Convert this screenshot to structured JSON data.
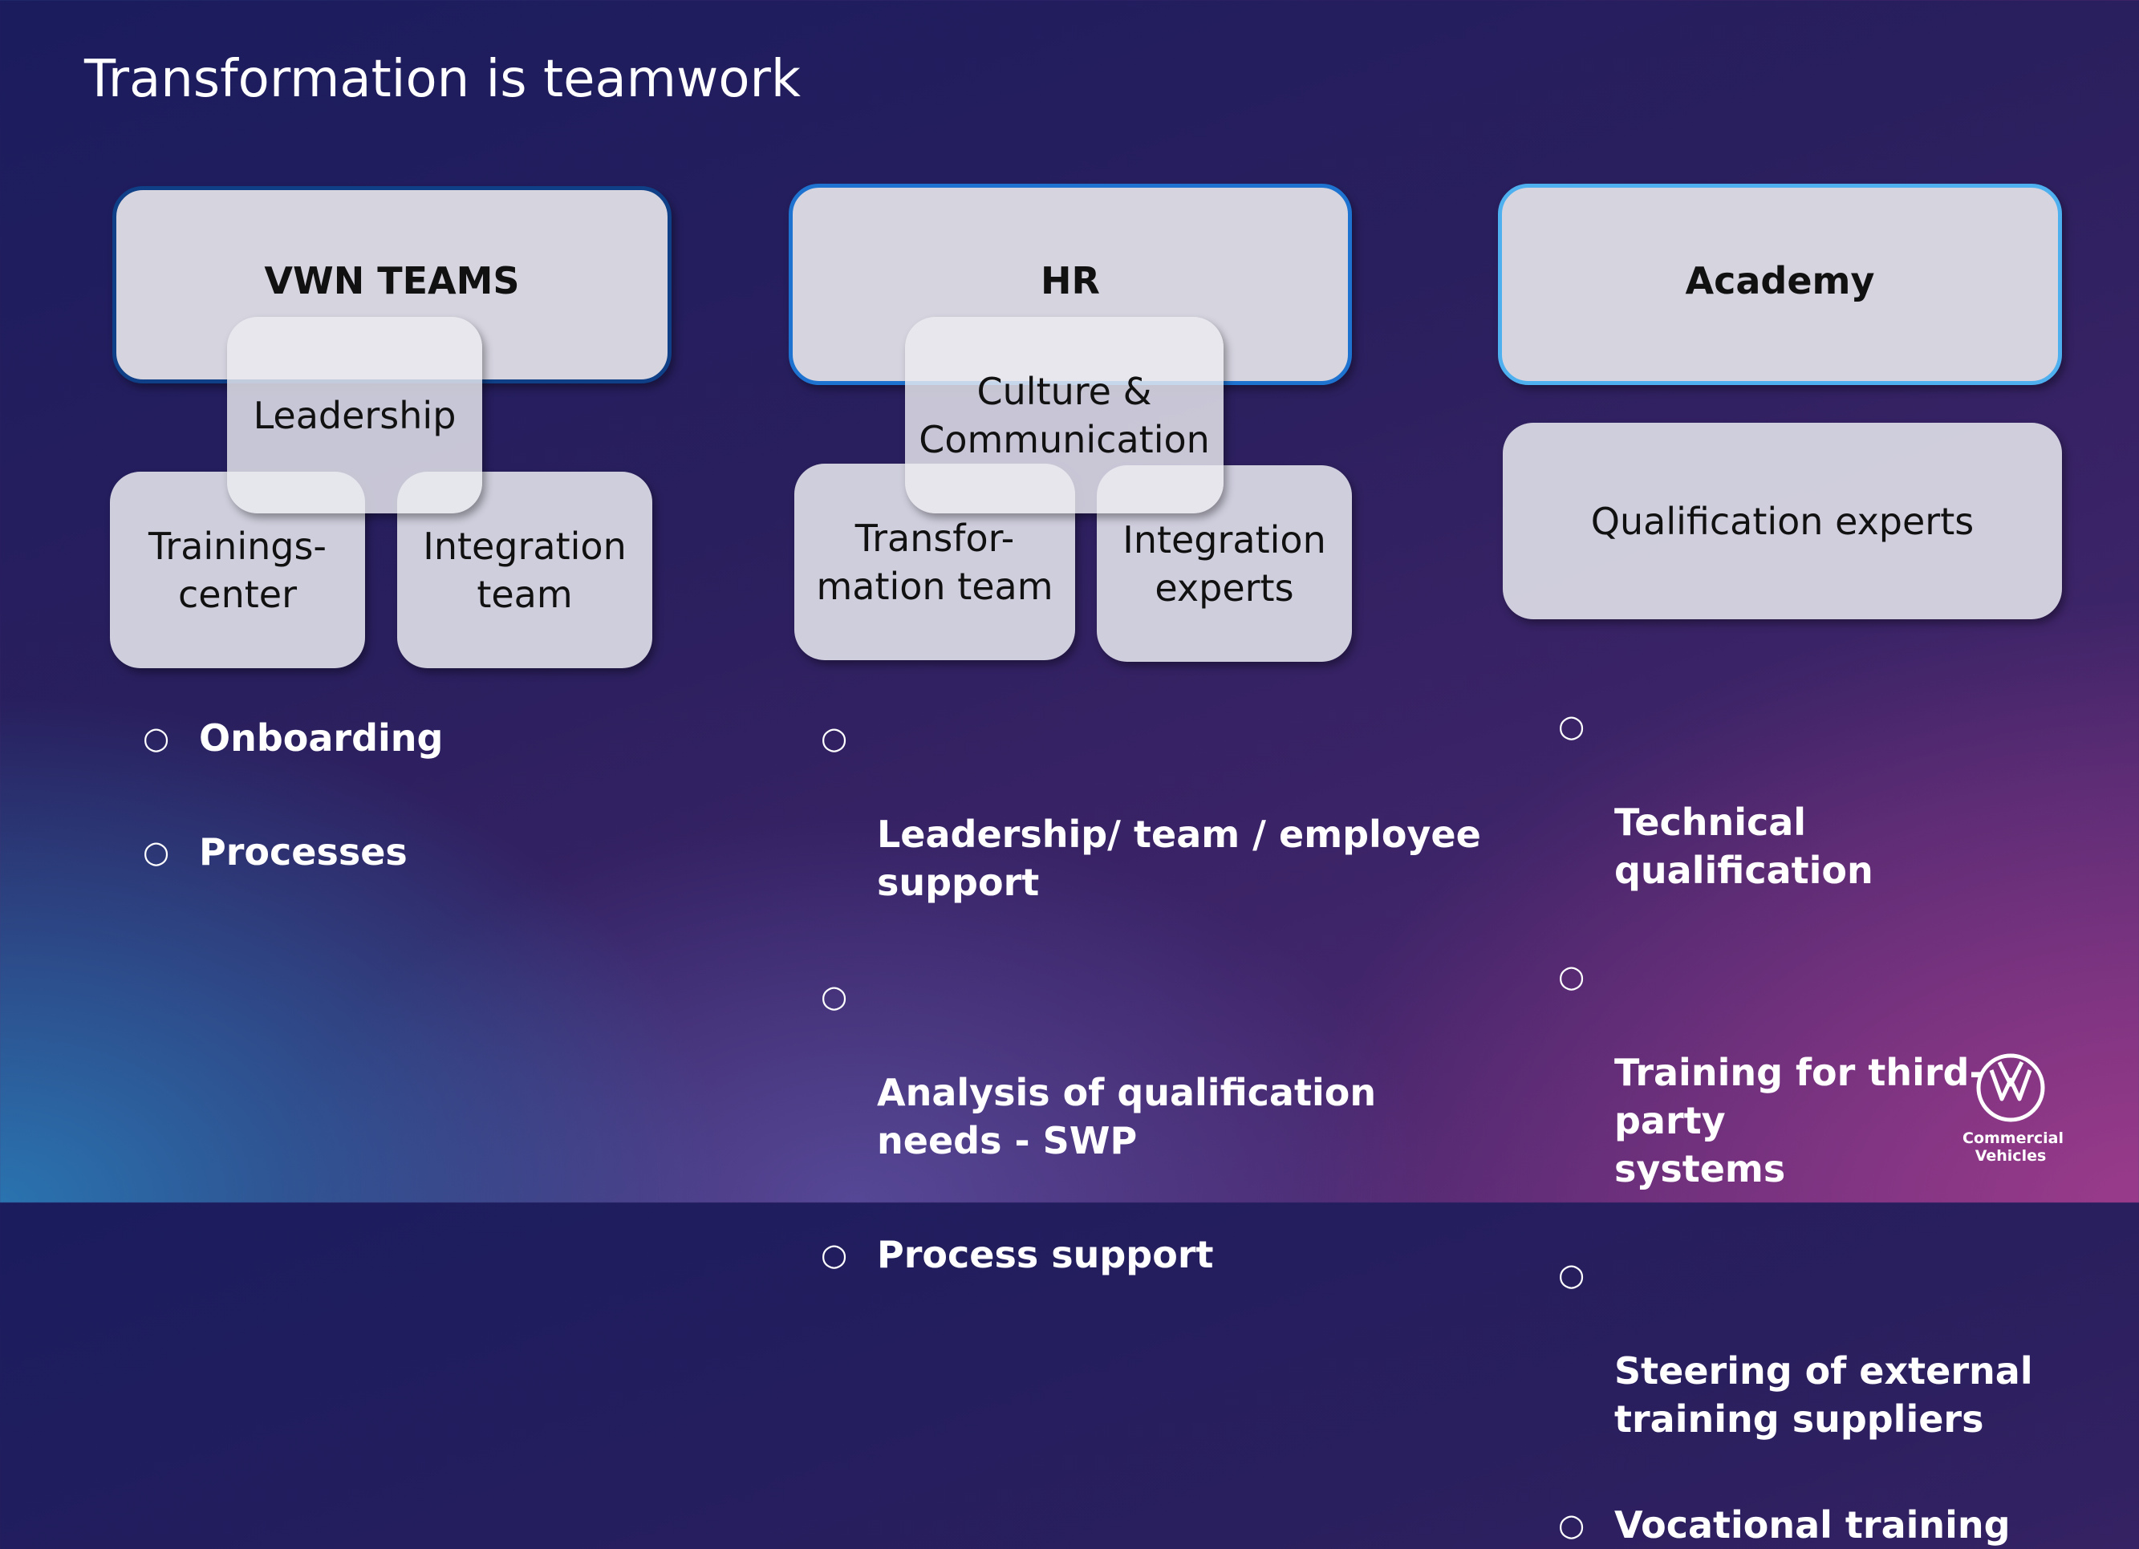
{
  "title": "Transformation is teamwork",
  "columns": [
    {
      "header": "VWN TEAMS",
      "overlay": "Leadership",
      "boxes": [
        "Trainings-\ncenter",
        "Integration\nteam"
      ],
      "bullets": [
        "Onboarding",
        "Processes"
      ]
    },
    {
      "header": "HR",
      "overlay": "Culture &\nCommunication",
      "boxes": [
        "Transfor-\nmation team",
        "Integration\nexperts"
      ],
      "bullets": [
        "Leadership/ team / employee\nsupport",
        "Analysis of qualification\nneeds - SWP",
        "Process support"
      ]
    },
    {
      "header": "Academy",
      "boxes": [
        "Qualification experts"
      ],
      "bullets": [
        "Technical qualification",
        "Training for third-party\nsystems",
        "Steering of external\ntraining suppliers",
        "Vocational training"
      ]
    }
  ],
  "bullet_mark": "○",
  "logo": {
    "line1": "Commercial",
    "line2": "Vehicles",
    "icon": "vw-logo-icon"
  },
  "colors": {
    "text": "#ffffff",
    "box": "#d5d4df",
    "border_dark": "#0f3f86",
    "border_mid": "#1f73d0",
    "border_light": "#4fb0f0"
  }
}
